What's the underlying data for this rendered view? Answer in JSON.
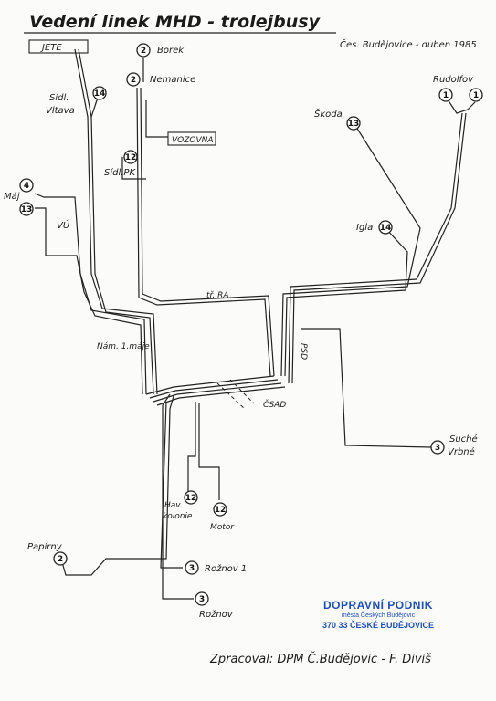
{
  "header": {
    "title": "Vedení linek MHD - trolejbusy",
    "place_date": "Čes. Budějovice - duben 1985"
  },
  "labels": {
    "jete": "JETE",
    "sidl_vltava_1": "Sídl.",
    "sidl_vltava_2": "Vltava",
    "borek": "Borek",
    "nemanice": "Nemanice",
    "vozovna": "VOZOVNA",
    "sidl_pk": "Sídl.PK",
    "maj": "Máj",
    "vu": "VÚ",
    "skoda": "Škoda",
    "rudolfov": "Rudolfov",
    "igla": "Igla",
    "tr_ra": "tř. RA",
    "nam_1_maje": "Nám. 1.máje",
    "psd": "PSD",
    "csad": "ČSAD",
    "suche_vrbne_1": "Suché",
    "suche_vrbne_2": "Vrbné",
    "hav_kolonie_1": "Hav.",
    "hav_kolonie_2": "kolonie",
    "motor": "Motor",
    "papirny": "Papírny",
    "roznov_1": "Rožnov 1",
    "roznov": "Rožnov"
  },
  "badges": {
    "jete_line": "14",
    "borek_line": "2",
    "nemanice_line": "2",
    "sidl_pk_line": "12",
    "maj_line_a": "4",
    "maj_line_b": "13",
    "skoda_line": "13",
    "rudolfov_line_a": "1",
    "rudolfov_line_b": "1",
    "igla_line": "14",
    "suche_vrbne_line": "3",
    "hav_kolonie_line": "12",
    "motor_line": "12",
    "papirny_line": "2",
    "roznov_1_line": "3",
    "roznov_line": "3"
  },
  "stamp": {
    "line1": "DOPRAVNÍ PODNIK",
    "line2": "města Českých Budějovic",
    "line3": "370 33 ČESKÉ BUDĚJOVICE",
    "color": "#1f4fb4"
  },
  "footer": {
    "prepared_by": "Zpracoval: DPM Č.Budějovic - F. Diviš"
  }
}
